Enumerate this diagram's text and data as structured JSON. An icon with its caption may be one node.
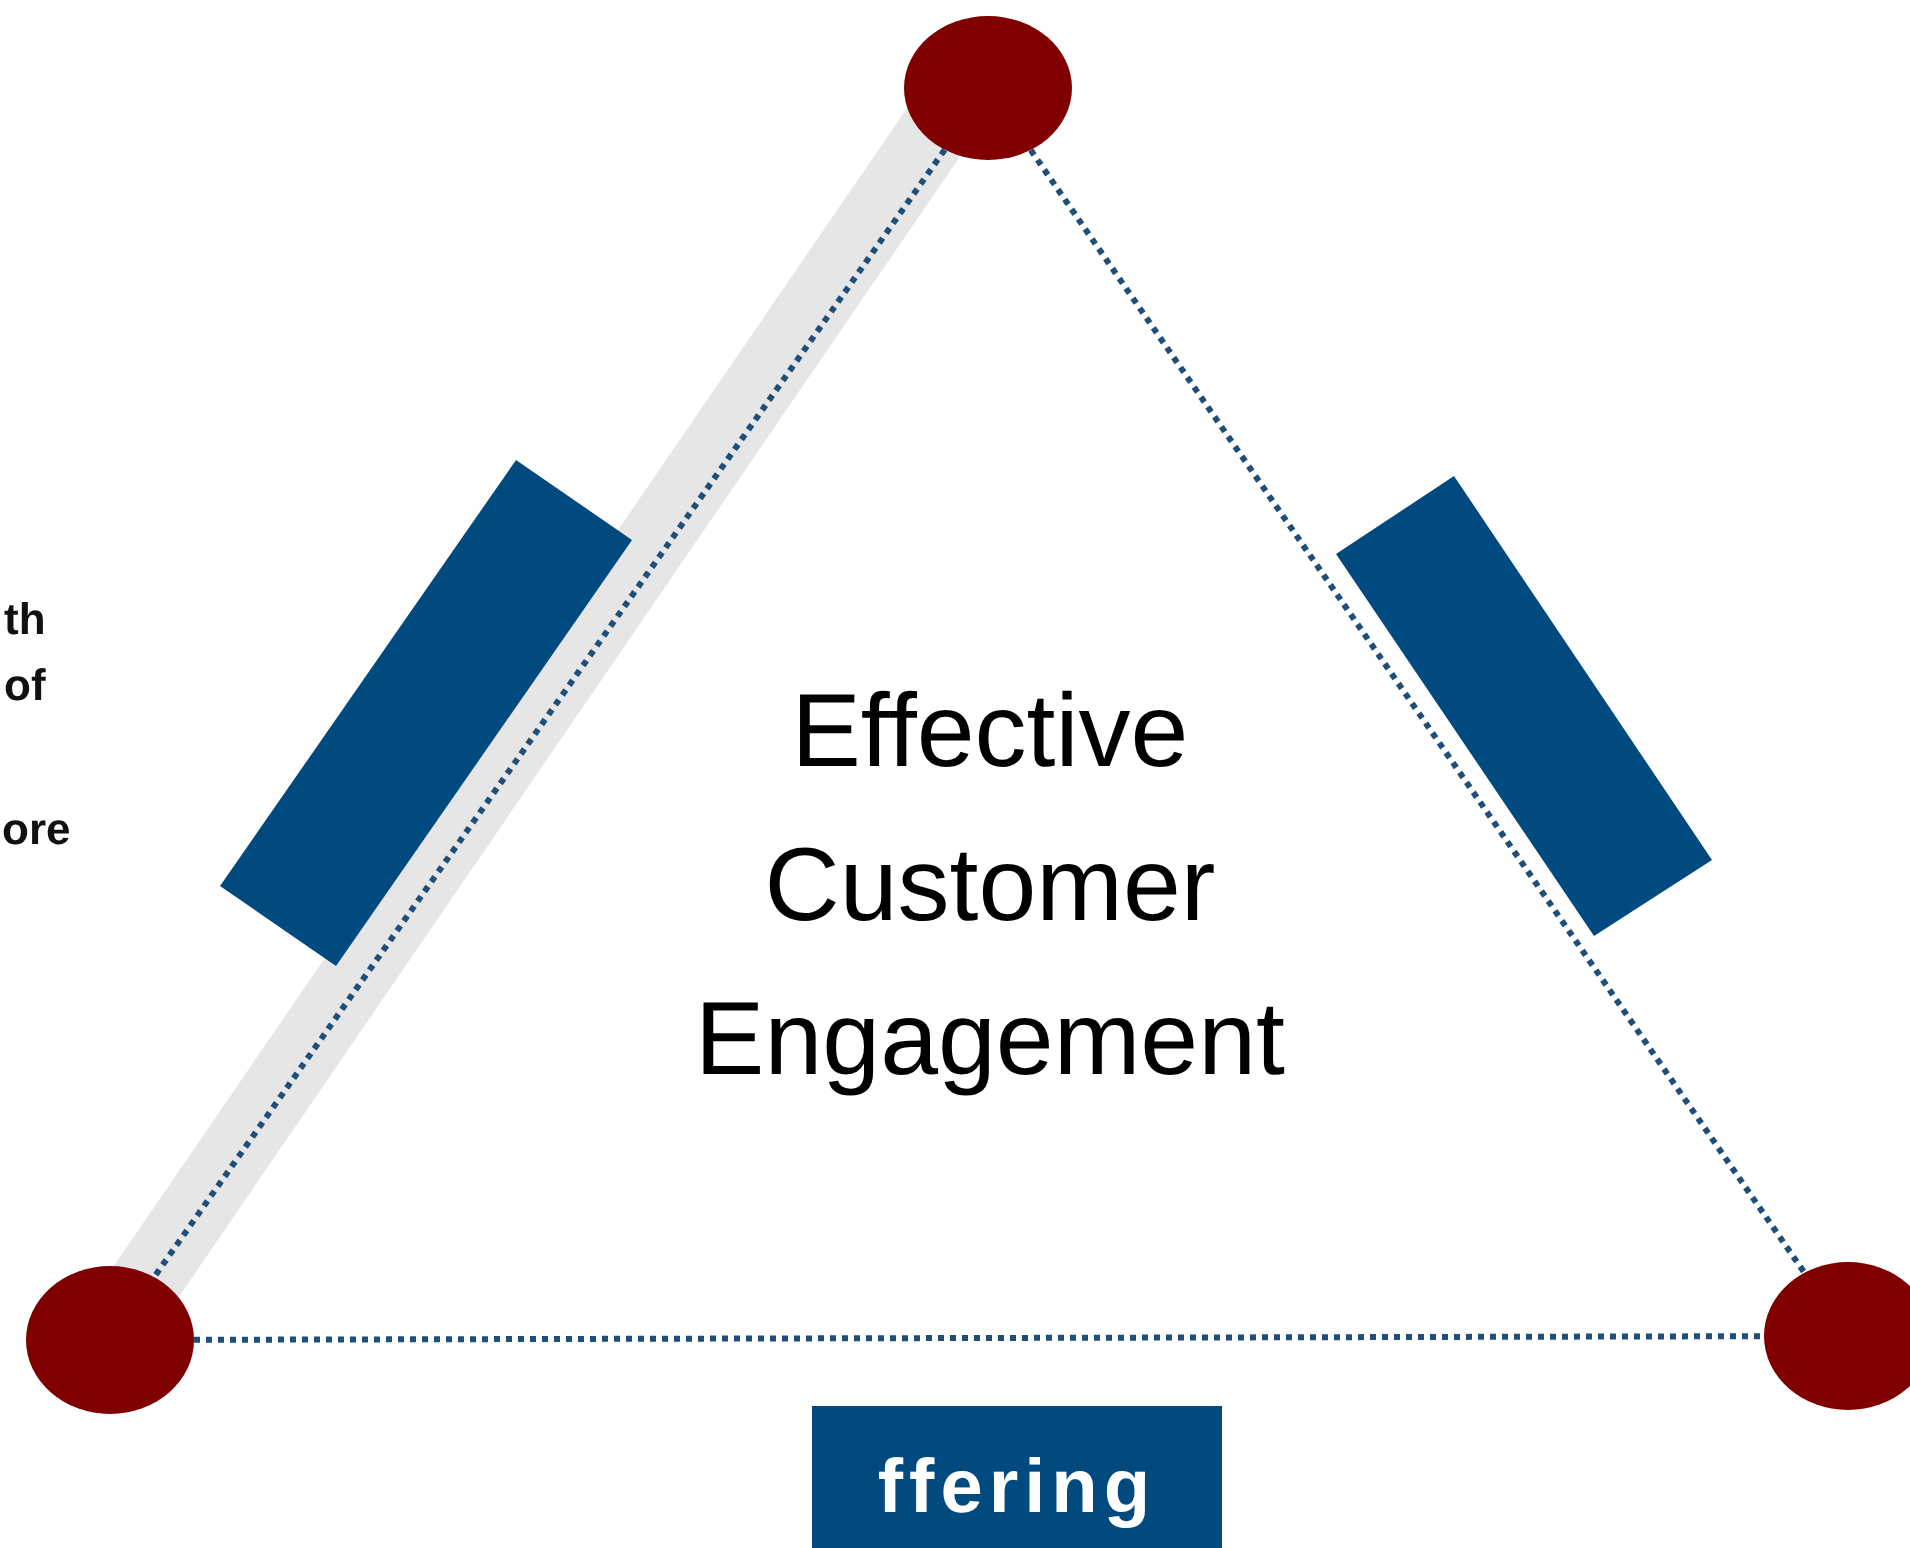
{
  "diagram": {
    "nodes": [
      {
        "text": [],
        "shape": "circle"
      },
      {
        "text": [],
        "shape": "circle"
      },
      {
        "text": [],
        "shape": "circle"
      },
      {
        "text": [],
        "shape": "bar"
      },
      {
        "text": [],
        "shape": "bar"
      },
      {
        "text": [
          "ffering"
        ]
      }
    ],
    "edges": [
      {
        "from": 0,
        "to": 1,
        "arrow": "none",
        "style": "dashed"
      },
      {
        "from": 0,
        "to": 2,
        "arrow": "none",
        "style": "dashed"
      },
      {
        "from": 1,
        "to": 2,
        "arrow": "none",
        "style": "dashed"
      }
    ],
    "labels": [
      "th",
      "of",
      "ore",
      "Effective Customer Engagement"
    ]
  }
}
